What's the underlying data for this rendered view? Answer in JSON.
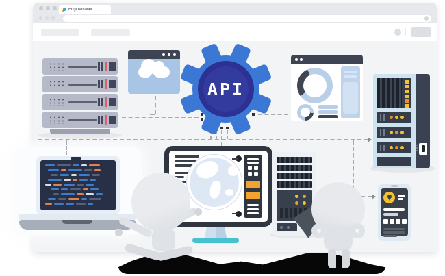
{
  "browser": {
    "tab_title": "Enginemailer",
    "favicon": "enginemailer-logo-icon",
    "window_controls": "three-window-dots",
    "address_bar_value": "",
    "toolbar_placeholders": 2
  },
  "illustration": {
    "gear": {
      "label": "API",
      "outer_color": "#3b77d4",
      "inner_color": "#2c3193"
    },
    "colors": {
      "accent_blue": "#3b77d4",
      "panel_dark": "#3e4452",
      "panel_blue": "#a9c5e6",
      "accent_orange": "#ef9f31",
      "accent_yellow": "#f2c230",
      "accent_red": "#d95f6b",
      "accent_teal": "#46c1d0",
      "dashed_line": "#a6abb3"
    },
    "components": [
      "server-stack",
      "cloud-upload-window",
      "api-gear",
      "dashboard-window",
      "server-rack",
      "code-laptop",
      "globe-monitor",
      "server-tower",
      "mobile-phone-location",
      "jumping-character",
      "standing-character",
      "shadow-band"
    ]
  }
}
